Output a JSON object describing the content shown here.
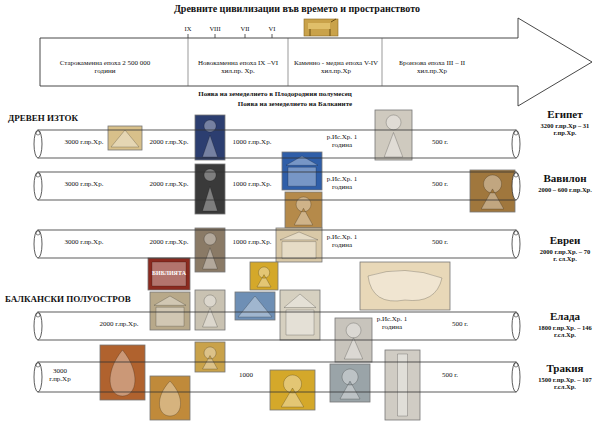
{
  "diagram": {
    "title": "Древните цивилизации във времето и пространството",
    "nodes": [
      {
        "text": [
          "Старокаменна епоха 2 500 000 години",
          "Новокаменна епоха IX –VI хил.пр. Хр.",
          "Каменно - медна епоха V-IV хил.пр.Хр",
          "Бронзова епоха III – II хил.пр.Хр"
        ]
      },
      {
        "text": [
          "3000 г.пр.Хр.",
          "2000 г.пр.Хр.",
          "1000 г.пр.Хр.",
          "р.Ис.Хр. 1 година",
          "500 г.",
          "Египет",
          "3200 г.пр.Хр – 31 г.пр.Хр."
        ]
      },
      {
        "text": [
          "3000 г.пр.Хр.",
          "2000 г.пр.Хр.",
          "1000 г.пр.Хр.",
          "р.Ис.Хр. 1 година",
          "500 г.",
          "Вавилон",
          "2000 – 600 г.пр.Хр."
        ]
      },
      {
        "text": [
          "3000 г.пр.Хр.",
          "2000 г.пр.Хр.",
          "1000 г.пр.Хр.",
          "р.Ис.Хр. 1 година",
          "500 г.",
          "Евреи",
          "2000 г.пр.Хр. – 70 г. сл.Хр."
        ]
      },
      {
        "text": [
          "2000 г.пр.Хр.",
          "р.Ис.Хр. 1 година",
          "500 г.",
          "Елада",
          "1800 г.пр.Хр. – 146 г.сл.Хр."
        ]
      },
      {
        "text": [
          "3000 г.пр.Хр",
          "1000",
          "500 г.",
          "Тракия",
          "1500 г.пр.Хр. – 107 г.сл.Хр."
        ]
      }
    ],
    "labels": [
      "IX",
      "VIII",
      "VII",
      "VI",
      "Поява на земеделието в Плодородния полумесец",
      "Поява на земеделието на Балканите",
      "ДРЕВЕН ИЗТОК",
      "БАЛКАНСКИ ПОЛУОСТРОВ",
      "БИБЛИЯТА"
    ]
  }
}
